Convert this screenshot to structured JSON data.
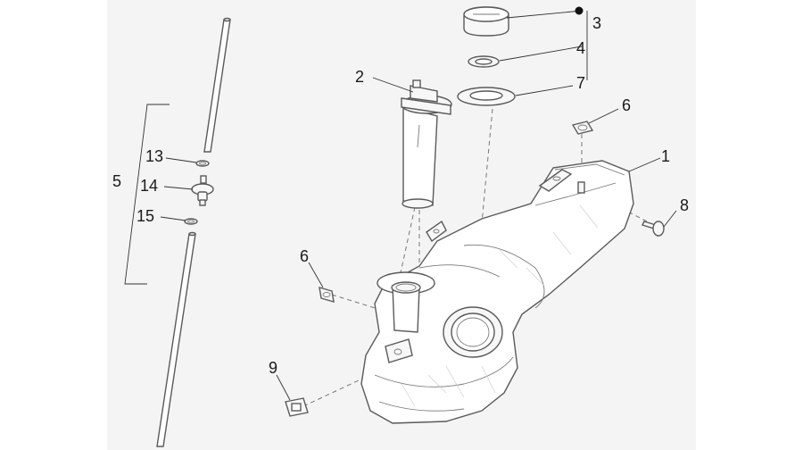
{
  "callouts": {
    "c1": "1",
    "c2": "2",
    "c3": "3",
    "c4": "4",
    "c5": "5",
    "c6a": "6",
    "c6b": "6",
    "c7": "7",
    "c8": "8",
    "c9": "9",
    "c13": "13",
    "c14": "14",
    "c15": "15"
  },
  "colors": {
    "background": "#f4f4f4",
    "line": "#5a5a5a",
    "label": "#1a1a1a"
  }
}
